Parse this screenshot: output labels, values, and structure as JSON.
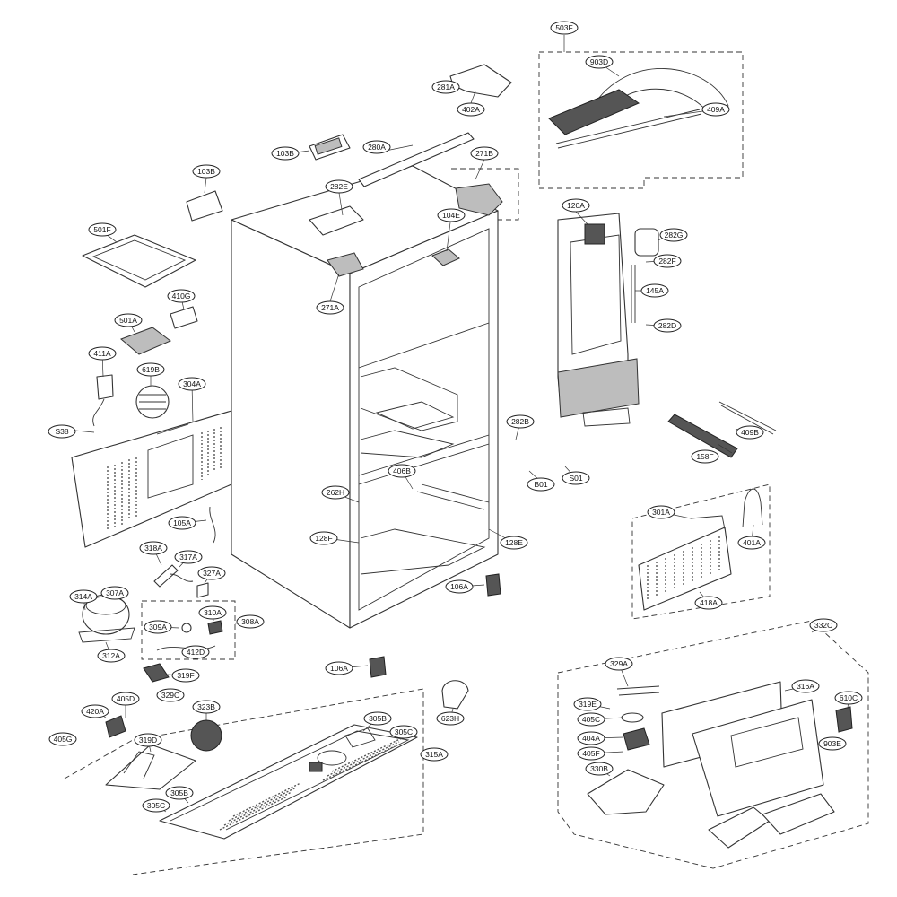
{
  "callouts": [
    {
      "label": "503F"
    },
    {
      "label": "903D"
    },
    {
      "label": "409A"
    },
    {
      "label": "281A"
    },
    {
      "label": "402A"
    },
    {
      "label": "103B"
    },
    {
      "label": "280A"
    },
    {
      "label": "271B"
    },
    {
      "label": "103B"
    },
    {
      "label": "282E"
    },
    {
      "label": "104E"
    },
    {
      "label": "120A"
    },
    {
      "label": "282G"
    },
    {
      "label": "282F"
    },
    {
      "label": "145A"
    },
    {
      "label": "282D"
    },
    {
      "label": "501F"
    },
    {
      "label": "271A"
    },
    {
      "label": "410G"
    },
    {
      "label": "501A"
    },
    {
      "label": "411A"
    },
    {
      "label": "619B"
    },
    {
      "label": "304A"
    },
    {
      "label": "S38"
    },
    {
      "label": "282B"
    },
    {
      "label": "409B"
    },
    {
      "label": "406B"
    },
    {
      "label": "B01"
    },
    {
      "label": "S01"
    },
    {
      "label": "158F"
    },
    {
      "label": "262H"
    },
    {
      "label": "301A"
    },
    {
      "label": "105A"
    },
    {
      "label": "128F"
    },
    {
      "label": "128E"
    },
    {
      "label": "401A"
    },
    {
      "label": "318A"
    },
    {
      "label": "317A"
    },
    {
      "label": "327A"
    },
    {
      "label": "106A"
    },
    {
      "label": "314A"
    },
    {
      "label": "307A"
    },
    {
      "label": "310A"
    },
    {
      "label": "308A"
    },
    {
      "label": "418A"
    },
    {
      "label": "309A"
    },
    {
      "label": "412D"
    },
    {
      "label": "312A"
    },
    {
      "label": "332C"
    },
    {
      "label": "106A"
    },
    {
      "label": "319F"
    },
    {
      "label": "329A"
    },
    {
      "label": "316A"
    },
    {
      "label": "405D"
    },
    {
      "label": "329C"
    },
    {
      "label": "623H"
    },
    {
      "label": "319E"
    },
    {
      "label": "610C"
    },
    {
      "label": "420A"
    },
    {
      "label": "323B"
    },
    {
      "label": "405C"
    },
    {
      "label": "405G"
    },
    {
      "label": "319D"
    },
    {
      "label": "305B"
    },
    {
      "label": "305C"
    },
    {
      "label": "404A"
    },
    {
      "label": "903E"
    },
    {
      "label": "315A"
    },
    {
      "label": "405F"
    },
    {
      "label": "330B"
    },
    {
      "label": "305B"
    },
    {
      "label": "305C"
    }
  ]
}
